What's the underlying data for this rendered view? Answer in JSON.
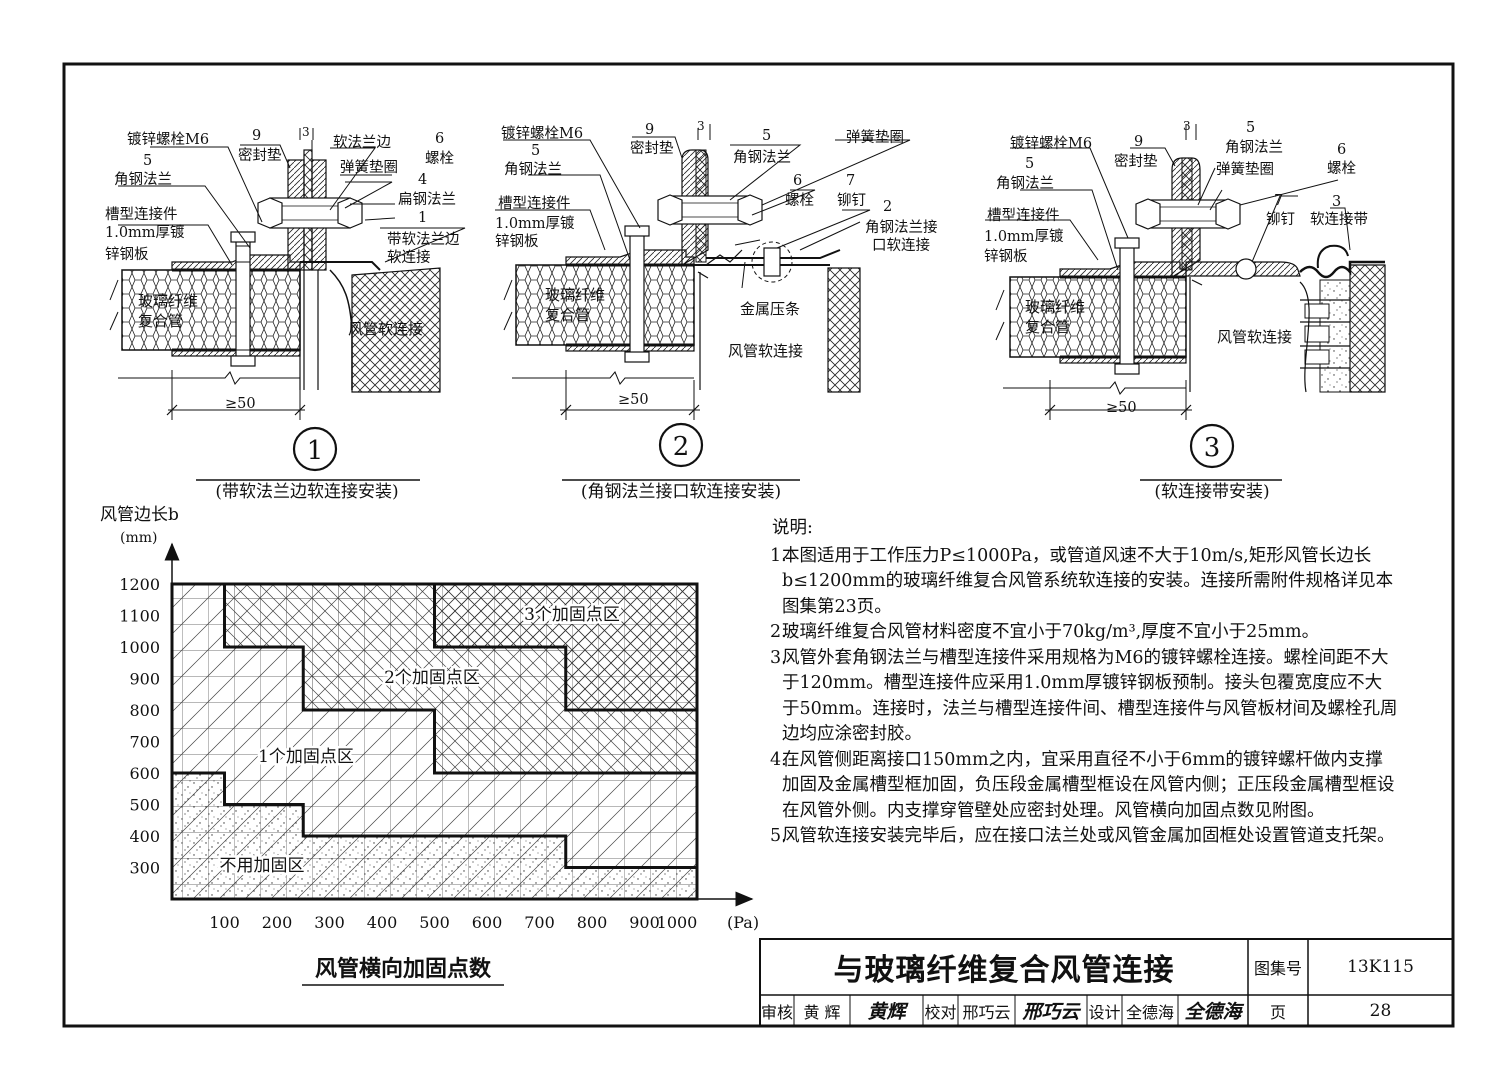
{
  "details": [
    {
      "number": "1",
      "caption": "(带软法兰边软连接安装)",
      "labels": {
        "bolt": "镀锌螺栓M6",
        "n5": "5",
        "angle": "角钢法兰",
        "channel": "槽型连接件",
        "galv1": "1.0mm厚镀",
        "galv2": "锌钢板",
        "n9": "9",
        "gasket": "密封垫",
        "n3": "3",
        "soft_flange": "软法兰边",
        "spring": "弹簧垫圈",
        "n6": "6",
        "bolt2": "螺栓",
        "n4": "4",
        "flat": "扁钢法兰",
        "n1": "1",
        "sf1": "带软法兰边",
        "sf2": "软连接",
        "duct1": "玻璃纤维",
        "duct2": "复合管",
        "flex": "风管软连接",
        "dim": "≥50"
      }
    },
    {
      "number": "2",
      "caption": "(角钢法兰接口软连接安装)",
      "labels": {
        "bolt": "镀锌螺栓M6",
        "n5": "5",
        "angle": "角钢法兰",
        "channel": "槽型连接件",
        "galv1": "1.0mm厚镀",
        "galv2": "锌钢板",
        "n9": "9",
        "gasket": "密封垫",
        "n3": "3",
        "n5b": "5",
        "angle_b": "角钢法兰",
        "spring": "弹簧垫圈",
        "n6": "6",
        "bolt2": "螺栓",
        "n7": "7",
        "rivet": "铆钉",
        "n2": "2",
        "af1": "角钢法兰接",
        "af2": "口软连接",
        "strip": "金属压条",
        "duct1": "玻璃纤维",
        "duct2": "复合管",
        "flex": "风管软连接",
        "dim": "≥50"
      }
    },
    {
      "number": "3",
      "caption": "(软连接带安装)",
      "labels": {
        "bolt": "镀锌螺栓M6",
        "n5": "5",
        "angle": "角钢法兰",
        "channel": "槽型连接件",
        "galv1": "1.0mm厚镀",
        "galv2": "锌钢板",
        "n9": "9",
        "gasket": "密封垫",
        "n3": "3",
        "n5b": "5",
        "angle_b": "角钢法兰",
        "spring": "弹簧垫圈",
        "n6": "6",
        "bolt2": "螺栓",
        "n7": "7",
        "rivet": "铆钉",
        "n3b": "3",
        "band": "软连接带",
        "duct1": "玻璃纤维",
        "duct2": "复合管",
        "flex": "风管软连接",
        "dim": "≥50"
      }
    }
  ],
  "chart_data": {
    "type": "area",
    "title": "风管横向加固点数",
    "ylabel": "风管边长b",
    "yunit": "(mm)",
    "xunit": "(Pa)",
    "x_ticks": [
      "100",
      "200",
      "300",
      "400",
      "500",
      "600",
      "700",
      "800",
      "900",
      "1000"
    ],
    "y_ticks": [
      "1200",
      "1100",
      "1000",
      "900",
      "800",
      "700",
      "600",
      "500",
      "400",
      "300"
    ],
    "xlim": [
      0,
      1000
    ],
    "ylim": [
      200,
      1200
    ],
    "region_labels": [
      "3个加固点区",
      "2个加固点区",
      "1个加固点区",
      "不用加固区"
    ],
    "boundaries": [
      {
        "name": "不用加固区 / 1个加固点区",
        "points": [
          [
            0,
            600
          ],
          [
            100,
            600
          ],
          [
            100,
            500
          ],
          [
            250,
            500
          ],
          [
            250,
            400
          ],
          [
            750,
            400
          ],
          [
            750,
            300
          ],
          [
            1000,
            300
          ]
        ]
      },
      {
        "name": "1个加固点区 / 2个加固点区",
        "points": [
          [
            100,
            1200
          ],
          [
            100,
            1000
          ],
          [
            250,
            1000
          ],
          [
            250,
            800
          ],
          [
            500,
            800
          ],
          [
            500,
            600
          ],
          [
            1000,
            600
          ]
        ]
      },
      {
        "name": "2个加固点区 / 3个加固点区",
        "points": [
          [
            500,
            1200
          ],
          [
            500,
            1000
          ],
          [
            750,
            1000
          ],
          [
            750,
            800
          ],
          [
            1000,
            800
          ]
        ]
      }
    ]
  },
  "notes": {
    "heading": "说明:",
    "items": [
      {
        "num": "1.",
        "text": "本图适用于工作压力P≤1000Pa，或管道风速不大于10m/s,矩形风管长边长b≤1200mm的玻璃纤维复合风管系统软连接的安装。连接所需附件规格详见本图集第23页。"
      },
      {
        "num": "2.",
        "text": "玻璃纤维复合风管材料密度不宜小于70kg/m³,厚度不宜小于25mm。"
      },
      {
        "num": "3.",
        "text": "风管外套角钢法兰与槽型连接件采用规格为M6的镀锌螺栓连接。螺栓间距不大于120mm。槽型连接件应采用1.0mm厚镀锌钢板预制。接头包覆宽度应不大于50mm。连接时，法兰与槽型连接件间、槽型连接件与风管板材间及螺栓孔周边均应涂密封胶。"
      },
      {
        "num": "4.",
        "text": "在风管侧距离接口150mm之内，宜采用直径不小于6mm的镀锌螺杆做内支撑加固及金属槽型框加固，负压段金属槽型框设在风管内侧；正压段金属槽型框设在风管外侧。内支撑穿管壁处应密封处理。风管横向加固点数见附图。"
      },
      {
        "num": "5.",
        "text": "风管软连接安装完毕后，应在接口法兰处或风管金属加固框处设置管道支托架。"
      }
    ]
  },
  "title_block": {
    "title": "与玻璃纤维复合风管连接",
    "atlas_label": "图集号",
    "atlas_no": "13K115",
    "page_label": "页",
    "page_no": "28",
    "review_label": "审核",
    "reviewer": "黄  辉",
    "review_sig": "黄辉",
    "check_label": "校对",
    "checker": "邢巧云",
    "check_sig": "邢巧云",
    "design_label": "设计",
    "designer": "全德海",
    "design_sig": "全德海"
  }
}
